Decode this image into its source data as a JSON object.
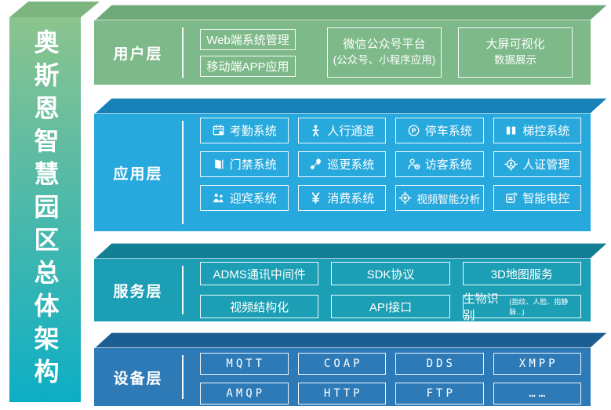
{
  "sidebar": {
    "title": "奥斯恩智慧园区总体架构"
  },
  "user_layer": {
    "label": "用户层",
    "stack_boxes": [
      "Web端系统管理",
      "移动端APP应用"
    ],
    "wechat_box": {
      "line1": "微信公众号平台",
      "line2": "(公众号、小程序应用)"
    },
    "screen_box": {
      "line1": "大屏可视化",
      "line2": "数据展示"
    }
  },
  "app_layer": {
    "label": "应用层",
    "boxes": [
      {
        "label": "考勤系统",
        "icon": "attendance-calendar-icon"
      },
      {
        "label": "人行通道",
        "icon": "pedestrian-icon"
      },
      {
        "label": "停车系统",
        "icon": "parking-icon"
      },
      {
        "label": "梯控系统",
        "icon": "elevator-icon"
      },
      {
        "label": "门禁系统",
        "icon": "access-door-icon"
      },
      {
        "label": "巡更系统",
        "icon": "patrol-route-icon"
      },
      {
        "label": "访客系统",
        "icon": "visitor-icon"
      },
      {
        "label": "人证管理",
        "icon": "id-face-target-icon"
      },
      {
        "label": "迎宾系统",
        "icon": "welcome-people-icon"
      },
      {
        "label": "消费系统",
        "icon": "yen-icon"
      },
      {
        "label": "视频智能分析",
        "icon": "video-focus-icon"
      },
      {
        "label": "智能电控",
        "icon": "smart-power-icon"
      }
    ]
  },
  "service_layer": {
    "label": "服务层",
    "boxes": [
      "ADMS通讯中间件",
      "SDK协议",
      "3D地图服务",
      "视频结构化",
      "API接口"
    ],
    "bio_box": {
      "label": "生物识别",
      "sub": "(指纹、人脸、指静脉...)"
    }
  },
  "device_layer": {
    "label": "设备层",
    "boxes": [
      "MQTT",
      "COAP",
      "DDS",
      "XMPP",
      "AMQP",
      "HTTP",
      "FTP",
      "……"
    ]
  },
  "colors": {
    "pillar_grad_top": "#8cc48e",
    "pillar_grad_bottom": "#0caec6",
    "pillar_top_face": "#7db57f",
    "user_front": "#7eb989",
    "user_top": "#6fa97a",
    "app_front": "#28a9dd",
    "app_top": "#1881b8",
    "svc_front": "#1c9fb5",
    "svc_top": "#137f95",
    "dev_front": "#2d7ab7",
    "dev_top": "#1c5d92"
  }
}
